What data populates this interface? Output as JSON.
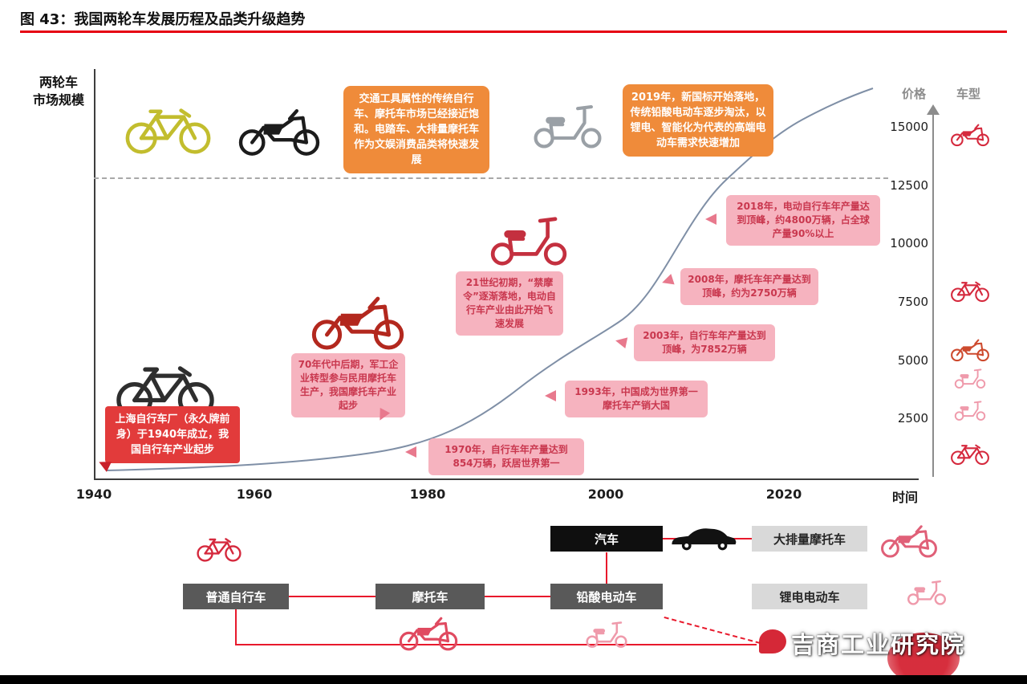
{
  "header": {
    "title": "图 43：我国两轮车发展历程及品类升级趋势"
  },
  "chart": {
    "y_axis_label_line1": "两轮车",
    "y_axis_label_line2": "市场规模",
    "x_ticks": [
      "1940",
      "1960",
      "1980",
      "2000",
      "2020"
    ],
    "x_axis_label": "时间",
    "right_axis": {
      "price_label": "价格",
      "type_label": "车型",
      "ticks": [
        "15000",
        "12500",
        "10000",
        "7500",
        "5000",
        "2500"
      ]
    },
    "callouts": {
      "orange_left": "交通工具属性的传统自行车、摩托车市场已经接近饱和。电踏车、大排量摩托车作为文娱消费品类将快速发展",
      "orange_right": "2019年，新国标开始落地，传统铅酸电动车逐步淘汰，以锂电、智能化为代表的高端电动车需求快速增加",
      "pink_2018": "2018年，电动自行车年产量达到顶峰，约4800万辆，占全球产量90%以上",
      "pink_2008": "2008年，摩托车年产量达到顶峰，约为2750万辆",
      "pink_2003": "2003年，自行车年产量达到顶峰，为7852万辆",
      "pink_1993": "1993年，中国成为世界第一摩托车产销大国",
      "pink_1970": "1970年，自行车年产量达到854万辆，跃居世界第一",
      "pink_21c": "21世纪初期，“禁摩令”逐渐落地，电动自行车产业由此开始飞速发展",
      "pink_70s": "70年代中后期，军工企业转型参与民用摩托车生产，我国摩托车产业起步",
      "red_1940": "上海自行车厂（永久牌前身）于1940年成立，我国自行车产业起步"
    },
    "colors": {
      "accent_red": "#e60012",
      "orange_box": "#ef8b3a",
      "pink_box": "#f6b3bf",
      "red_box": "#e23b3b",
      "flow_line_red": "#e8192c"
    }
  },
  "flowchart": {
    "nodes": [
      "普通自行车",
      "摩托车",
      "汽车",
      "铅酸电动车",
      "大排量摩托车",
      "锂电电动车"
    ]
  },
  "watermark": "吉商工业研究院"
}
